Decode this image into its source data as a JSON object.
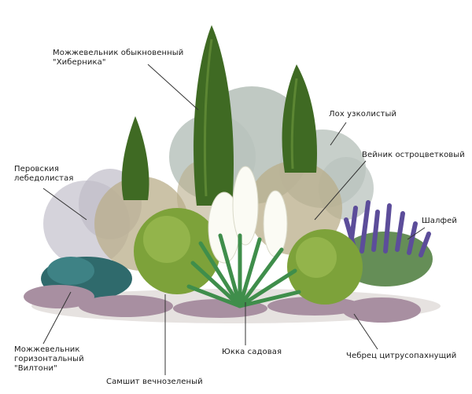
{
  "labels": {
    "juniper_common": [
      "Можжевельник обыкновенный",
      "\"Хиберника\""
    ],
    "elaeagnus": [
      "Лох узколистый"
    ],
    "calamagrostis": [
      "Вейник остроцветковый"
    ],
    "perovskia": [
      "Перовския",
      "лебедолистая"
    ],
    "salvia": [
      "Шалфей"
    ],
    "juniper_horizontal": [
      "Можжевельник",
      "горизонтальный",
      "\"Вилтони\""
    ],
    "yucca": [
      "Юкка садовая"
    ],
    "thyme": [
      "Чебрец цитрусопахнущий"
    ],
    "boxwood": [
      "Самшит вечнозеленый"
    ]
  },
  "colors": {
    "cypress": "#3f6a23",
    "cypress_light": "#6f9a3e",
    "silver": "#b9c3bd",
    "grass": "#b9ad8a",
    "boxwood": "#7da23a",
    "boxwood_light": "#a5c25a",
    "yucca_leaf": "#3f8e4b",
    "yucca_flower": "#fbfbf4",
    "salvia": "#5c4d9a",
    "thyme": "#a88fa1",
    "juniper_blue": "#2f6a6c",
    "leader": "#333333"
  }
}
